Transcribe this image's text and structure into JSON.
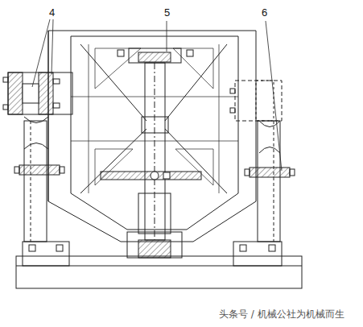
{
  "diagram": {
    "labels": [
      "4",
      "5",
      "6",
      "头条号 / 机械公社为机械而生"
    ]
  }
}
